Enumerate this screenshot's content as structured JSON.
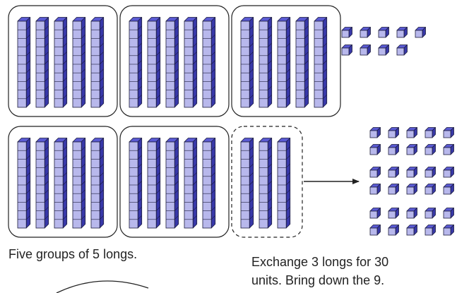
{
  "diagram": {
    "top_row": {
      "full_groups": 3,
      "longs_per_group": 5,
      "cubes_per_long": 10,
      "leftover_units": 9
    },
    "bottom_row": {
      "full_groups": 2,
      "longs_per_group": 5,
      "dashed_group_longs": 3,
      "exchanged_units_blocks": 3,
      "units_per_block": 10
    },
    "colors": {
      "cube_face": "#b8b8ec",
      "cube_top": "#5a5ad2",
      "cube_side": "#3838a8",
      "outline": "#1c1c3c",
      "group_border": "#222222"
    }
  },
  "captions": {
    "left": "Five groups of 5 longs.",
    "right_line1": "Exchange 3 longs for 30",
    "right_line2": "units. Bring down the 9."
  }
}
